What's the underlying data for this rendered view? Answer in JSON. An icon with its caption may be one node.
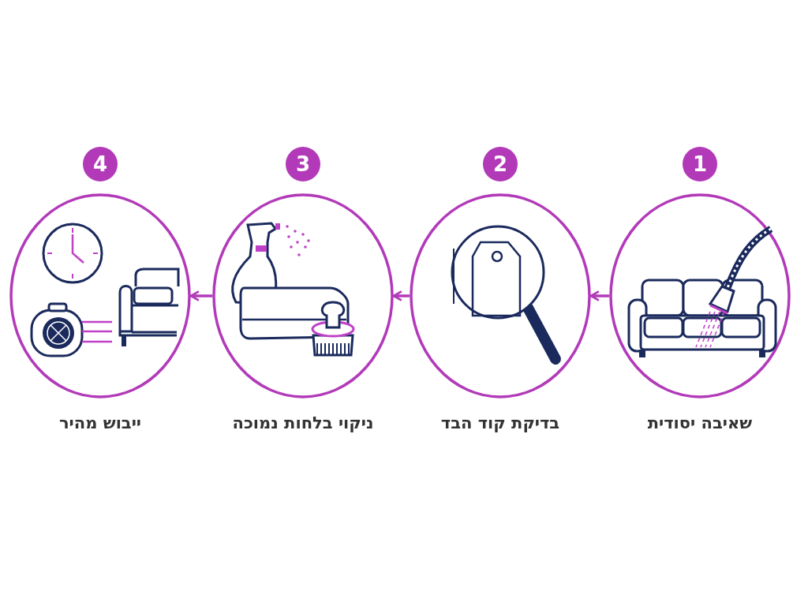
{
  "diagram": {
    "nodes": [
      {
        "text": [
          "1",
          "שאיבה יסודית"
        ]
      },
      {
        "text": [
          "2",
          "בדיקת קוד הבד"
        ]
      },
      {
        "text": [
          "3",
          "ניקוי בלחות נמוכה"
        ]
      },
      {
        "text": [
          "4",
          "ייבוש מהיר"
        ]
      }
    ],
    "edges": [
      {
        "from": 0,
        "to": 1,
        "arrow": "to"
      },
      {
        "from": 1,
        "to": 2,
        "arrow": "to"
      },
      {
        "from": 2,
        "to": 3,
        "arrow": "to"
      }
    ]
  }
}
